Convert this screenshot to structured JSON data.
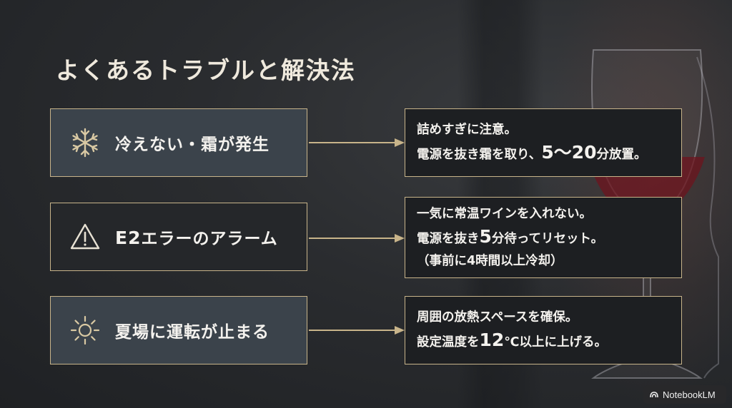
{
  "slide": {
    "title": "よくあるトラブルと解決法"
  },
  "colors": {
    "accent_gold": "#c8b48a",
    "panel_light": "#3b434b",
    "panel_dark": "#25272a",
    "solution_bg": "#1d1f22"
  },
  "troubles": [
    {
      "icon": "snowflake-icon",
      "problem": "冷えない・霜が発生",
      "solution": {
        "line1": "詰めすぎに注意。",
        "line2_pre": "電源を抜き霜を取り、",
        "line2_big": "5〜20",
        "line2_post": "分放置。"
      }
    },
    {
      "icon": "warning-icon",
      "problem_big": "E2",
      "problem_rest": "エラーのアラーム",
      "solution": {
        "line1": "一気に常温ワインを入れない。",
        "line2_pre": "電源を抜き",
        "line2_big": "5",
        "line2_post": "分待ってリセット。",
        "line3": "（事前に4時間以上冷却）"
      }
    },
    {
      "icon": "sun-icon",
      "problem": "夏場に運転が止まる",
      "solution": {
        "line1": "周囲の放熱スペースを確保。",
        "line2_pre": "設定温度を",
        "line2_big": "12",
        "line2_post": "℃以上に上げる。"
      }
    }
  ],
  "watermark": {
    "label": "NotebookLM"
  }
}
